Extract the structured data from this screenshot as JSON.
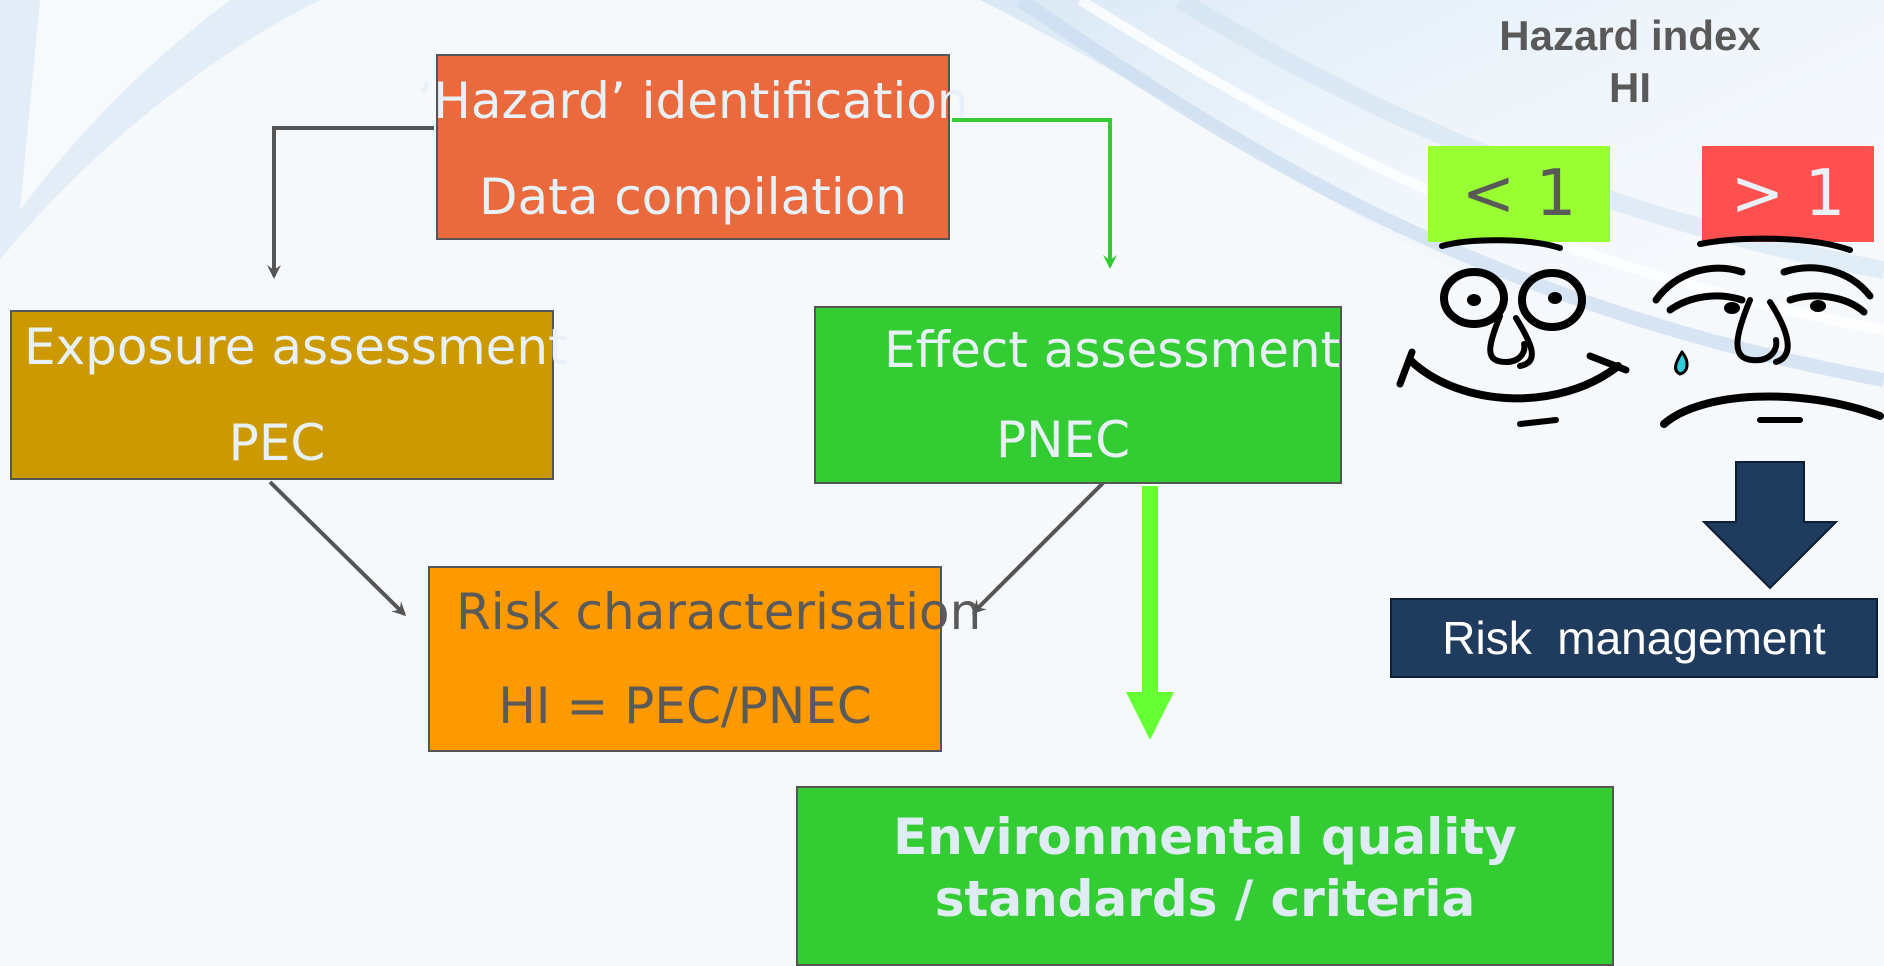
{
  "boxes": {
    "hazard": {
      "line1": "‘Hazard’ identification",
      "line2": "Data compilation"
    },
    "exposure": {
      "line1": "Exposure assessment",
      "line2": "PEC"
    },
    "effect": {
      "line1": "Effect assessment",
      "line2": "PNEC"
    },
    "risk": {
      "line1": "Risk characterisation",
      "line2": "HI = PEC/PNEC"
    },
    "eqs": {
      "line1": "Environmental quality",
      "line2": "standards / criteria"
    }
  },
  "hazard_index": {
    "title_line1": "Hazard index",
    "title_line2": "HI",
    "low": "< 1",
    "high": "> 1"
  },
  "risk_management": "Risk  management",
  "colors": {
    "hazard": "#ea6a3e",
    "exposure": "#cc9900",
    "effect": "#33cc33",
    "risk": "#ff9900",
    "eqs": "#33cc33",
    "low": "#99ff33",
    "high": "#ff5050",
    "management": "#1f3b5e",
    "arrow_gray": "#555555",
    "arrow_green": "#33cc33",
    "arrow_big_green": "#66ff33"
  }
}
